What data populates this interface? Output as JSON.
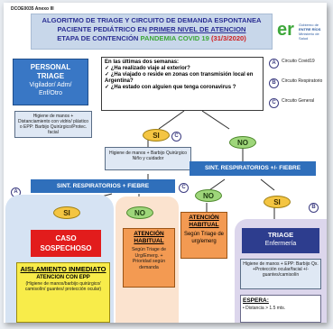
{
  "doc_code": "DCOE0035 Anexo III",
  "title": {
    "line1": "ALGORITMO DE TRIAGE Y CIRCUITO DE DEMANDA ESPONTANEA",
    "line2a": "PACIENTE PEDIÁTRICO  EN ",
    "line2b": "PRIMER NIVEL DE ATENCION",
    "line3a": "ETAPA DE CONTENCIÓN ",
    "line3b": "PANDEMIA COVID 19",
    "line3c": " (31/3/2020)"
  },
  "logo": {
    "mark": "er",
    "line1": "Gobierno de",
    "line2": "ENTRE RÍOS",
    "line3": "Ministerio de Salud"
  },
  "personal_triage": {
    "line1": "PERSONAL",
    "line2": "TRIAGE",
    "line3": "Vigilador/ Adm/",
    "line4": "Enf/Otro"
  },
  "questions": {
    "heading": "En las últimas dos semanas:",
    "q1": "✓  ¿Ha realizado viaje al exterior?",
    "q2": "✓  ¿Ha viajado o reside en zonas con transmisión local  en Argentina?",
    "q3": "✓  ¿Ha estado con alguien que tenga coronavirus ?"
  },
  "legend": {
    "a_mark": "A",
    "a_text": "Circuito Covid19",
    "b_mark": "B",
    "b_text": "Circuito Respiratorio",
    "c_mark": "C",
    "c_text": "Circuito General"
  },
  "hygiene_top": "Higiene de manos + Distanciamiento con vidrio/ plástico  o EPP: Barbijo Quirúrgico/Protec. facial",
  "si_label": "SI",
  "no_label": "NO",
  "hygiene_mid": "Higiene de manos + Barbijo Quirúrgico Niño y cuidador",
  "resp_fever_left": "SINT. RESPIRATORIOS + FIEBRE",
  "resp_fever_right": "SINT. RESPIRATORIOS +/- FIEBRE",
  "caso_sospechoso": "CASO SOSPECHOSO",
  "atencion_left": {
    "title": "ATENCIÓN HABITUAL",
    "body": "Según Triage de Urg/Emerg. + Prioridad según demanda"
  },
  "atencion_right": {
    "title": "ATENCIÓN HABITUAL",
    "body": "Según Triage de urg/emerg"
  },
  "triage_enf": {
    "line1": "TRIAGE",
    "line2": "Enfermería"
  },
  "aislamiento": {
    "title": "AISLAMIENTO INMEDIATO",
    "subtitle": "ATENCION CON EPP",
    "body": "(Higiene de manos/barbijo quirúrgico/ camisolín/ guantes/ protección ocular)"
  },
  "hygiene_right": "Higiene de manos + EPP: Barbijo Qx. +Protección ocular/facial +/- guantes/camisolín",
  "espera": {
    "title": "ESPERA:",
    "item": "Distancia > 1.5 mts."
  }
}
